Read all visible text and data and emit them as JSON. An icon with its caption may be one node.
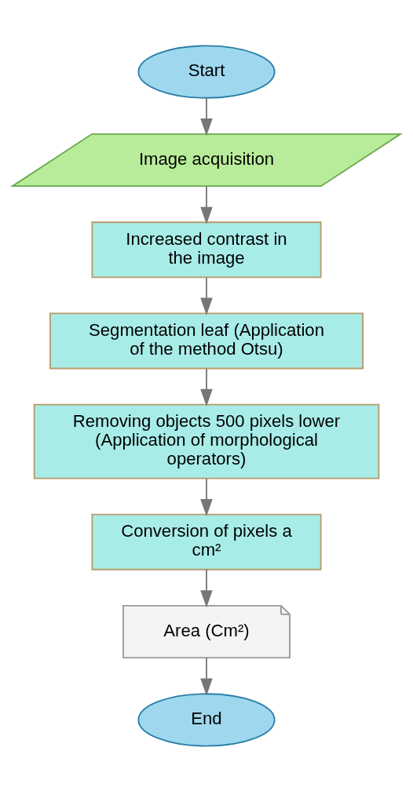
{
  "diagram": {
    "nodes": [
      {
        "text": [
          "Start"
        ]
      },
      {
        "text": [
          "Image acquisition"
        ]
      },
      {
        "text": [
          "Increased contrast in the image"
        ]
      },
      {
        "text": [
          "Segmentation leaf (Application of the method Otsu)"
        ]
      },
      {
        "text": [
          "Removing objects 500 pixels lower (Application of morphological operators)"
        ]
      },
      {
        "text": [
          "Conversion of pixels a cm²"
        ]
      },
      {
        "text": [
          "Area (Cm²)"
        ]
      },
      {
        "text": [
          "End"
        ]
      }
    ],
    "edges": [
      {
        "from": 0,
        "to": 1,
        "arrow": "to"
      },
      {
        "from": 1,
        "to": 2,
        "arrow": "to"
      },
      {
        "from": 2,
        "to": 3,
        "arrow": "to"
      },
      {
        "from": 3,
        "to": 4,
        "arrow": "to"
      },
      {
        "from": 4,
        "to": 5,
        "arrow": "to"
      },
      {
        "from": 5,
        "to": 6,
        "arrow": "to"
      },
      {
        "from": 6,
        "to": 7,
        "arrow": "to"
      }
    ]
  }
}
